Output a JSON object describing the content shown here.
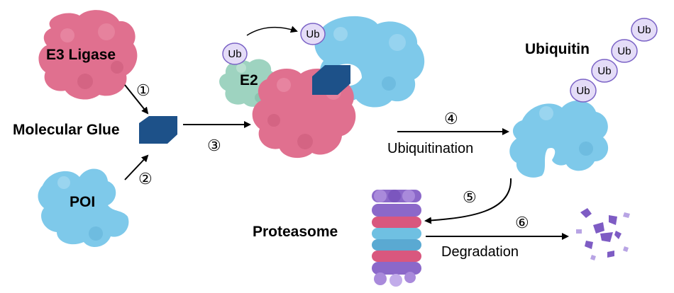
{
  "labels": {
    "e3_ligase": "E3 Ligase",
    "molecular_glue": "Molecular Glue",
    "poi": "POI",
    "e2": "E2",
    "ubiquitin": "Ubiquitin",
    "proteasome": "Proteasome",
    "ubiquitination": "Ubiquitination",
    "degradation": "Degradation"
  },
  "steps": [
    "①",
    "②",
    "③",
    "④",
    "⑤",
    "⑥"
  ],
  "ub_label": "Ub",
  "colors": {
    "e3_ligase": "#e0708f",
    "poi": "#7ec9ea",
    "molecular_glue": "#1d5189",
    "e2": "#9ed3c0",
    "ub_fill": "#e4dcf7",
    "ub_stroke": "#7b63c6",
    "proteasome_purple": "#8b68c9",
    "proteasome_pink": "#d9577e",
    "proteasome_blue": "#6fc0e2",
    "fragments": "#7e5cc4"
  }
}
